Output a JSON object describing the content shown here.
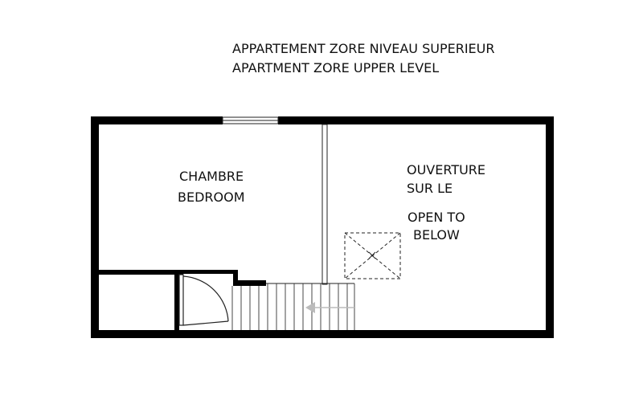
{
  "title": {
    "line1": "APPARTEMENT ZORE NIVEAU SUPERIEUR",
    "line2": "APARTMENT ZORE UPPER LEVEL"
  },
  "rooms": {
    "bedroom": {
      "line1": "CHAMBRE",
      "line2": "BEDROOM"
    },
    "opening": {
      "line1": "OUVERTURE",
      "line2": "SUR LE",
      "line3": "OPEN TO",
      "line4": "BELOW"
    }
  },
  "colors": {
    "wall": "#000000",
    "background": "#ffffff",
    "line": "#222222"
  }
}
